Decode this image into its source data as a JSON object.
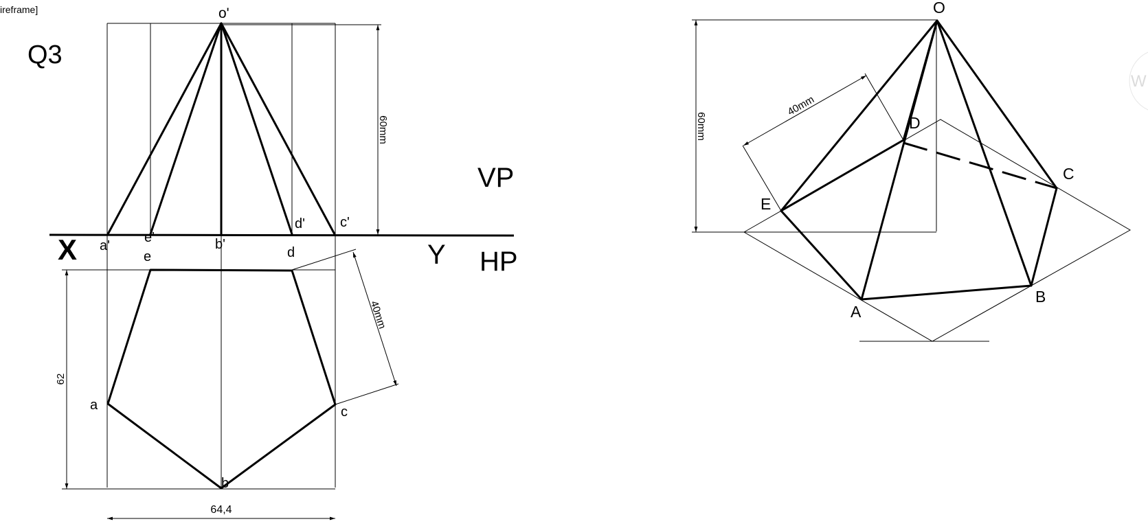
{
  "corner_text": "ireframe]",
  "quadrant": "Q3",
  "planes": {
    "vp": "VP",
    "hp": "HP",
    "x": "X",
    "y": "Y"
  },
  "elevation_labels": {
    "o": "o'",
    "a": "a'",
    "e": "e'",
    "b": "b'",
    "d": "d'",
    "c": "c'"
  },
  "plan_labels": {
    "e": "e",
    "d": "d",
    "a": "a",
    "c": "c",
    "b": "b"
  },
  "pictorial_labels": {
    "O": "O",
    "D": "D",
    "C": "C",
    "E": "E",
    "A": "A",
    "B": "B"
  },
  "dimensions": {
    "elevation_height": "60mm",
    "plan_side": "40mm",
    "plan_depth": "62",
    "plan_width": "64,4",
    "pictorial_height": "60mm",
    "pictorial_side": "40mm"
  },
  "watermark": "W"
}
